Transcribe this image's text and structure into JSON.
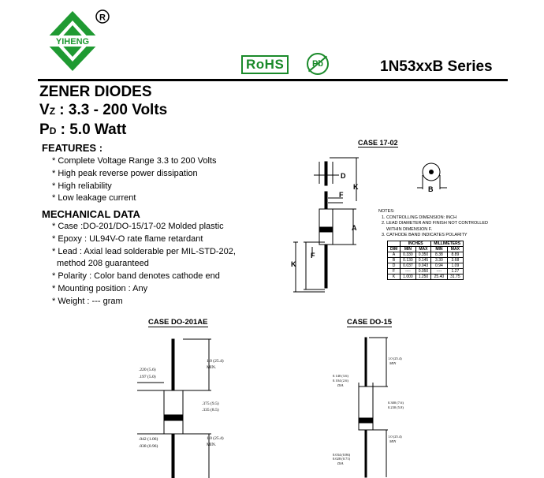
{
  "header": {
    "brand": "YIHENG",
    "registered": "R",
    "rohs": "RoHS",
    "pb": "Pb",
    "series": "1N53xxB Series"
  },
  "title": {
    "line1": "ZENER DIODES",
    "vz_symbol": "V",
    "vz_sub": "Z",
    "vz_text": " : 3.3 - 200 Volts",
    "pd_symbol": "P",
    "pd_sub": "D",
    "pd_text": " : 5.0 Watt"
  },
  "features": {
    "heading": "FEATURES :",
    "items": [
      "* Complete Voltage Range 3.3 to 200 Volts",
      "* High peak reverse power dissipation",
      "* High reliability",
      "* Low leakage current"
    ]
  },
  "mechanical": {
    "heading": "MECHANICAL DATA",
    "items": [
      "* Case :DO-201/DO-15/17-02 Molded plastic",
      "* Epoxy : UL94V-O rate flame retardant",
      "* Lead : Axial lead solderable per MIL-STD-202,",
      "  method 208 guaranteed",
      "* Polarity : Color band denotes cathode end",
      "* Mounting position : Any",
      "* Weight : --- gram"
    ]
  },
  "case17": {
    "title": "CASE 17-02",
    "labels": {
      "d": "D",
      "k": "K",
      "f": "F",
      "a": "A",
      "b": "B"
    },
    "notes": [
      "NOTES:",
      "1.  CONTROLLING DIMENSION: INCH",
      "2.  LEAD DIAMETER AND FINISH NOT CONTROLLED",
      "     WITHIN DIMENSION F.",
      "3.  CATHODE BAND INDICATES POLARITY"
    ],
    "table": {
      "group_headers": [
        "INCHES",
        "MILLIMETERS"
      ],
      "headers": [
        "DIM",
        "MIN",
        "MAX",
        "MIN",
        "MAX"
      ],
      "rows": [
        [
          "A",
          "0.330",
          "0.350",
          "8.38",
          "8.89"
        ],
        [
          "B",
          "0.130",
          "0.145",
          "3.30",
          "3.68"
        ],
        [
          "D",
          "0.037",
          "0.043",
          "0.94",
          "1.09"
        ],
        [
          "F",
          "----",
          "0.050",
          "----",
          "1.27"
        ],
        [
          "K",
          "1.000",
          "1.250",
          "25.40",
          "31.75"
        ]
      ]
    }
  },
  "do201": {
    "title": "CASE DO-201AE",
    "top_len": "1.0  (25.4)",
    "top_min": "MIN.",
    "dia_a": ".220  (5.6)",
    "dia_b": ".197  (5.0)",
    "body_a": ".375  (9.5)",
    "body_b": ".335  (8.5)",
    "lead_a": ".042  (1.06)",
    "lead_b": ".038  (0.96)",
    "bot_len": "1.0  (25.4)",
    "bot_min": "MIN."
  },
  "do15": {
    "title": "CASE DO-15",
    "top_len": "1.0 (25.4)",
    "top_min": "MIN",
    "dia_a": "0.140 (3.6)",
    "dia_b": "0.104 (2.6)",
    "dia_lbl": "DIA",
    "body_a": "0.300 (7.6)",
    "body_b": "0.230 (5.8)",
    "bot_len": "1.0 (25.4)",
    "bot_min": "MIN",
    "lead_a": "0.034 (0.86)",
    "lead_b": "0.028 (0.71)",
    "lead_lbl": "DIA"
  }
}
